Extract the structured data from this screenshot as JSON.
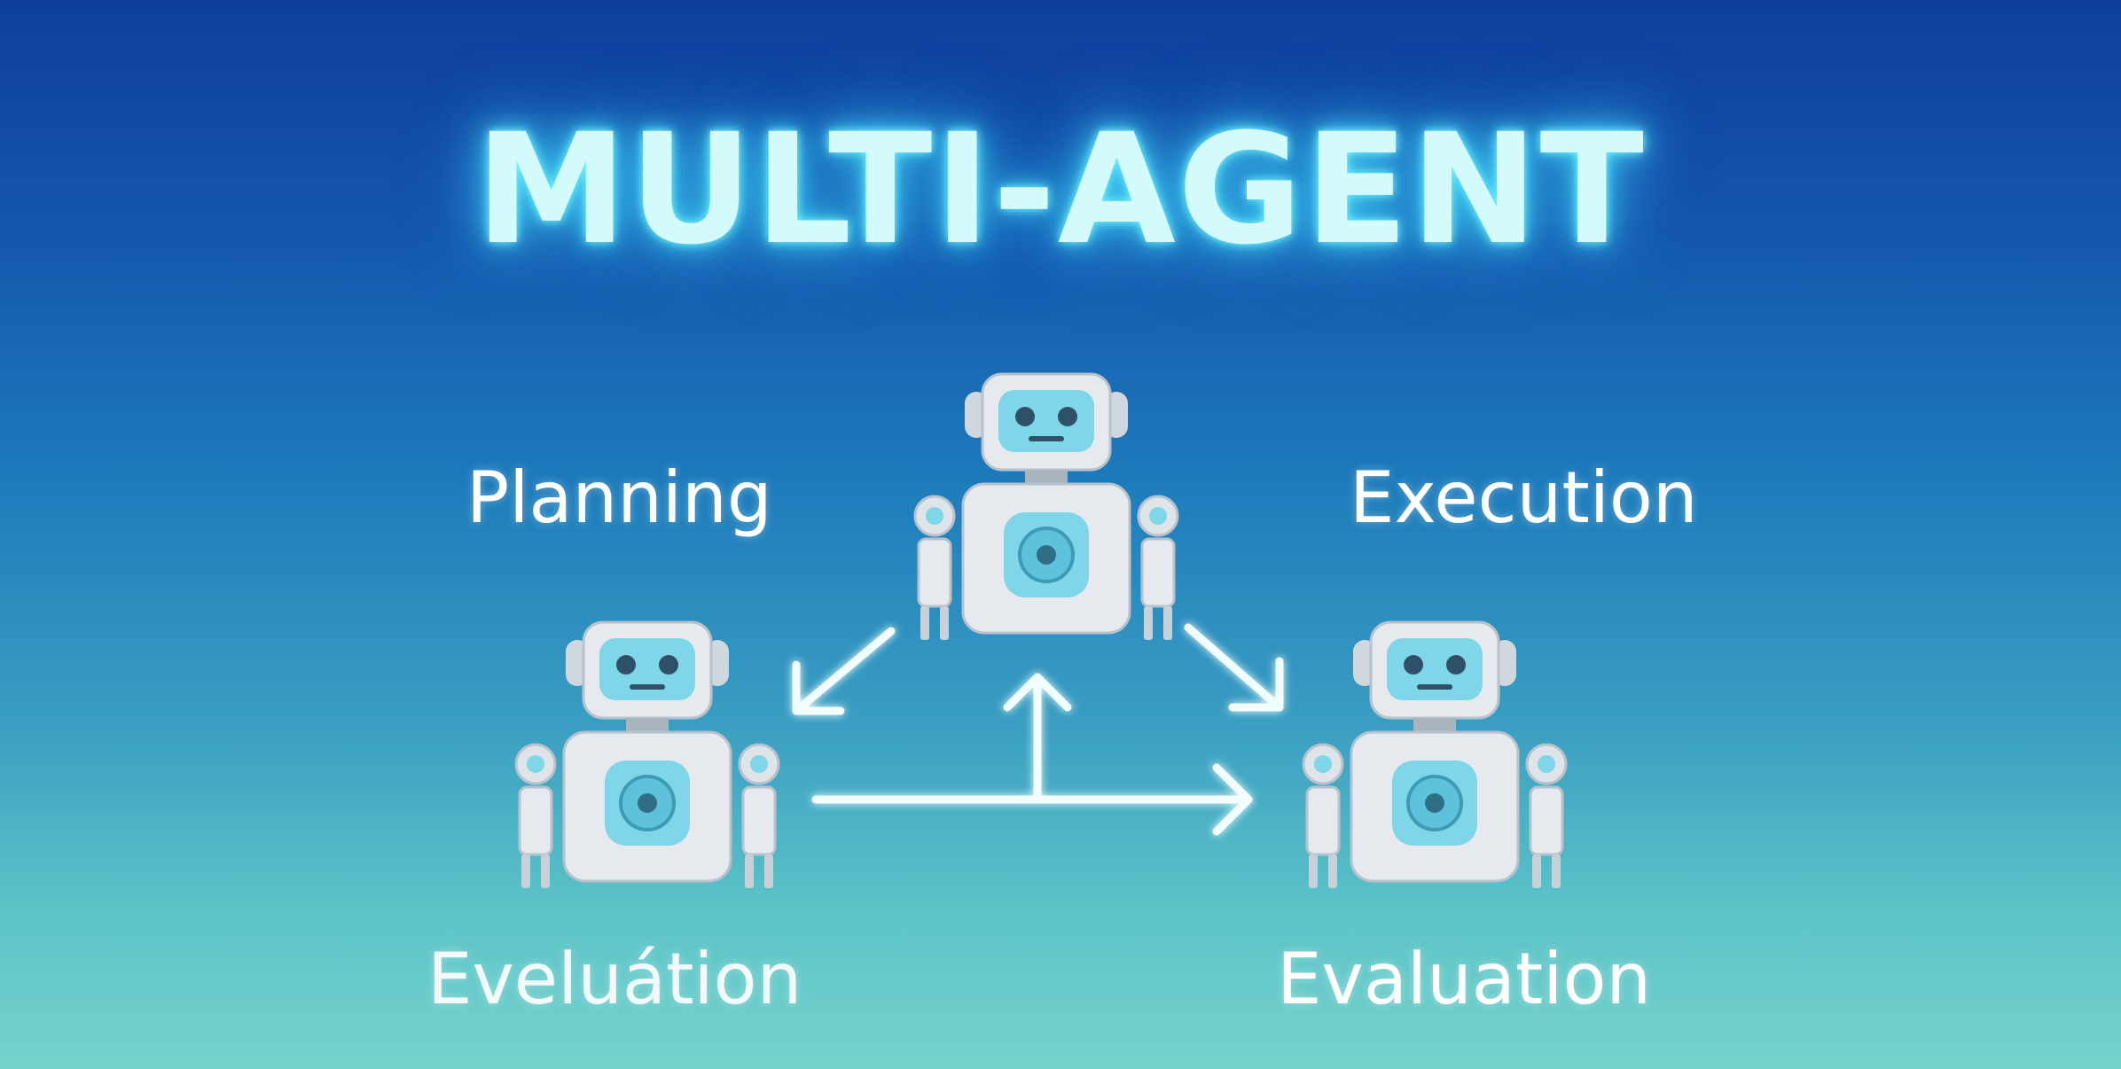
{
  "title": "MULTI-AGENT",
  "labels": {
    "top_left": "Planning",
    "top_right": "Execution",
    "bottom_left": "Eveluátion",
    "bottom_right": "Evaluation"
  },
  "agents": [
    {
      "name": "robot-agent-top",
      "icon": "robot-icon"
    },
    {
      "name": "robot-agent-left",
      "icon": "robot-icon"
    },
    {
      "name": "robot-agent-right",
      "icon": "robot-icon"
    }
  ],
  "colors": {
    "background_top": "#0f3e9c",
    "background_bottom": "#75d2cc",
    "title_glow": "#46d9f5",
    "robot_body": "#e3e8ed",
    "robot_accent": "#7fd6e8",
    "arrows": "#f2fdfd"
  }
}
